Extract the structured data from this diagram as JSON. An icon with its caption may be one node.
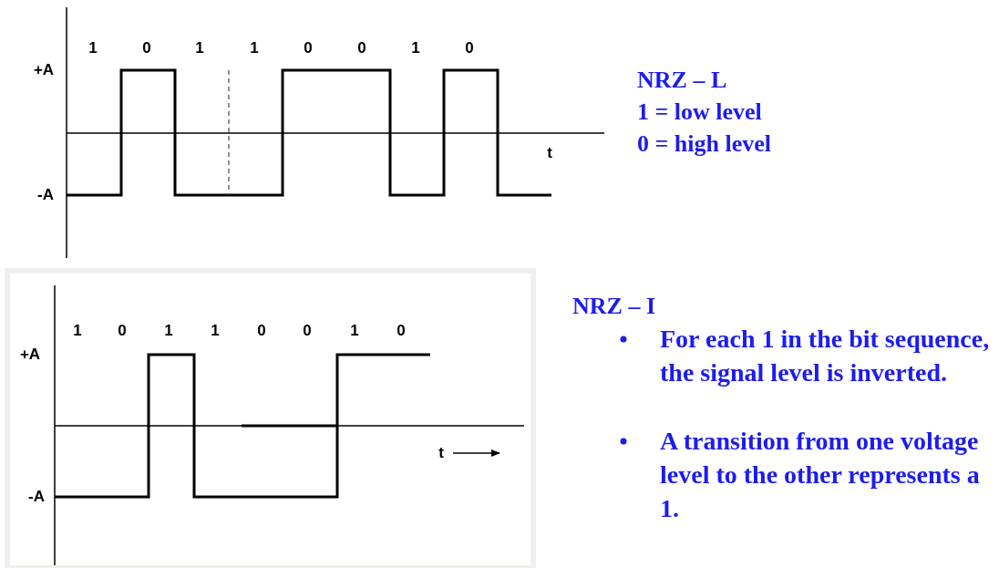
{
  "diagram": {
    "labels": [
      "1",
      "0",
      "1",
      "1",
      "0",
      "0",
      "1",
      "0",
      "+A",
      "-A",
      "t",
      "NRZ – L",
      "1 = low level",
      "0 = high level",
      "1",
      "0",
      "1",
      "1",
      "0",
      "0",
      "1",
      "0",
      "+A",
      "-A",
      "t",
      "NRZ – I",
      "For each 1 in the bit sequence, the signal level is inverted.",
      "A transition from one voltage level to the other represents a 1."
    ]
  }
}
